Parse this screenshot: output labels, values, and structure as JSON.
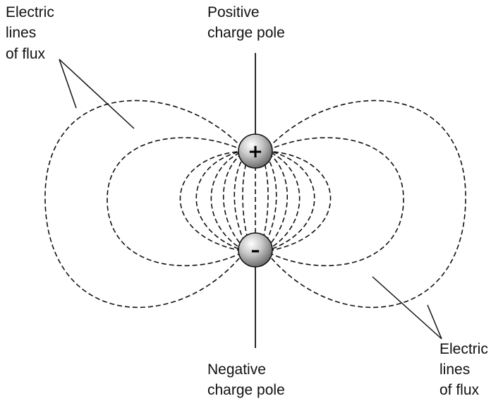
{
  "labels": {
    "top_left": [
      "Electric",
      "lines",
      "of flux"
    ],
    "bottom_right": [
      "Electric",
      "lines",
      "of flux"
    ],
    "positive": [
      "Positive",
      "charge pole"
    ],
    "negative": [
      "Negative",
      "charge pole"
    ]
  },
  "poles": {
    "positive_sign": "+",
    "negative_sign": "–"
  },
  "colors": {
    "ink": "#111111",
    "pole_highlight": "#ffffff",
    "pole_shadow": "#6a6a6a"
  }
}
